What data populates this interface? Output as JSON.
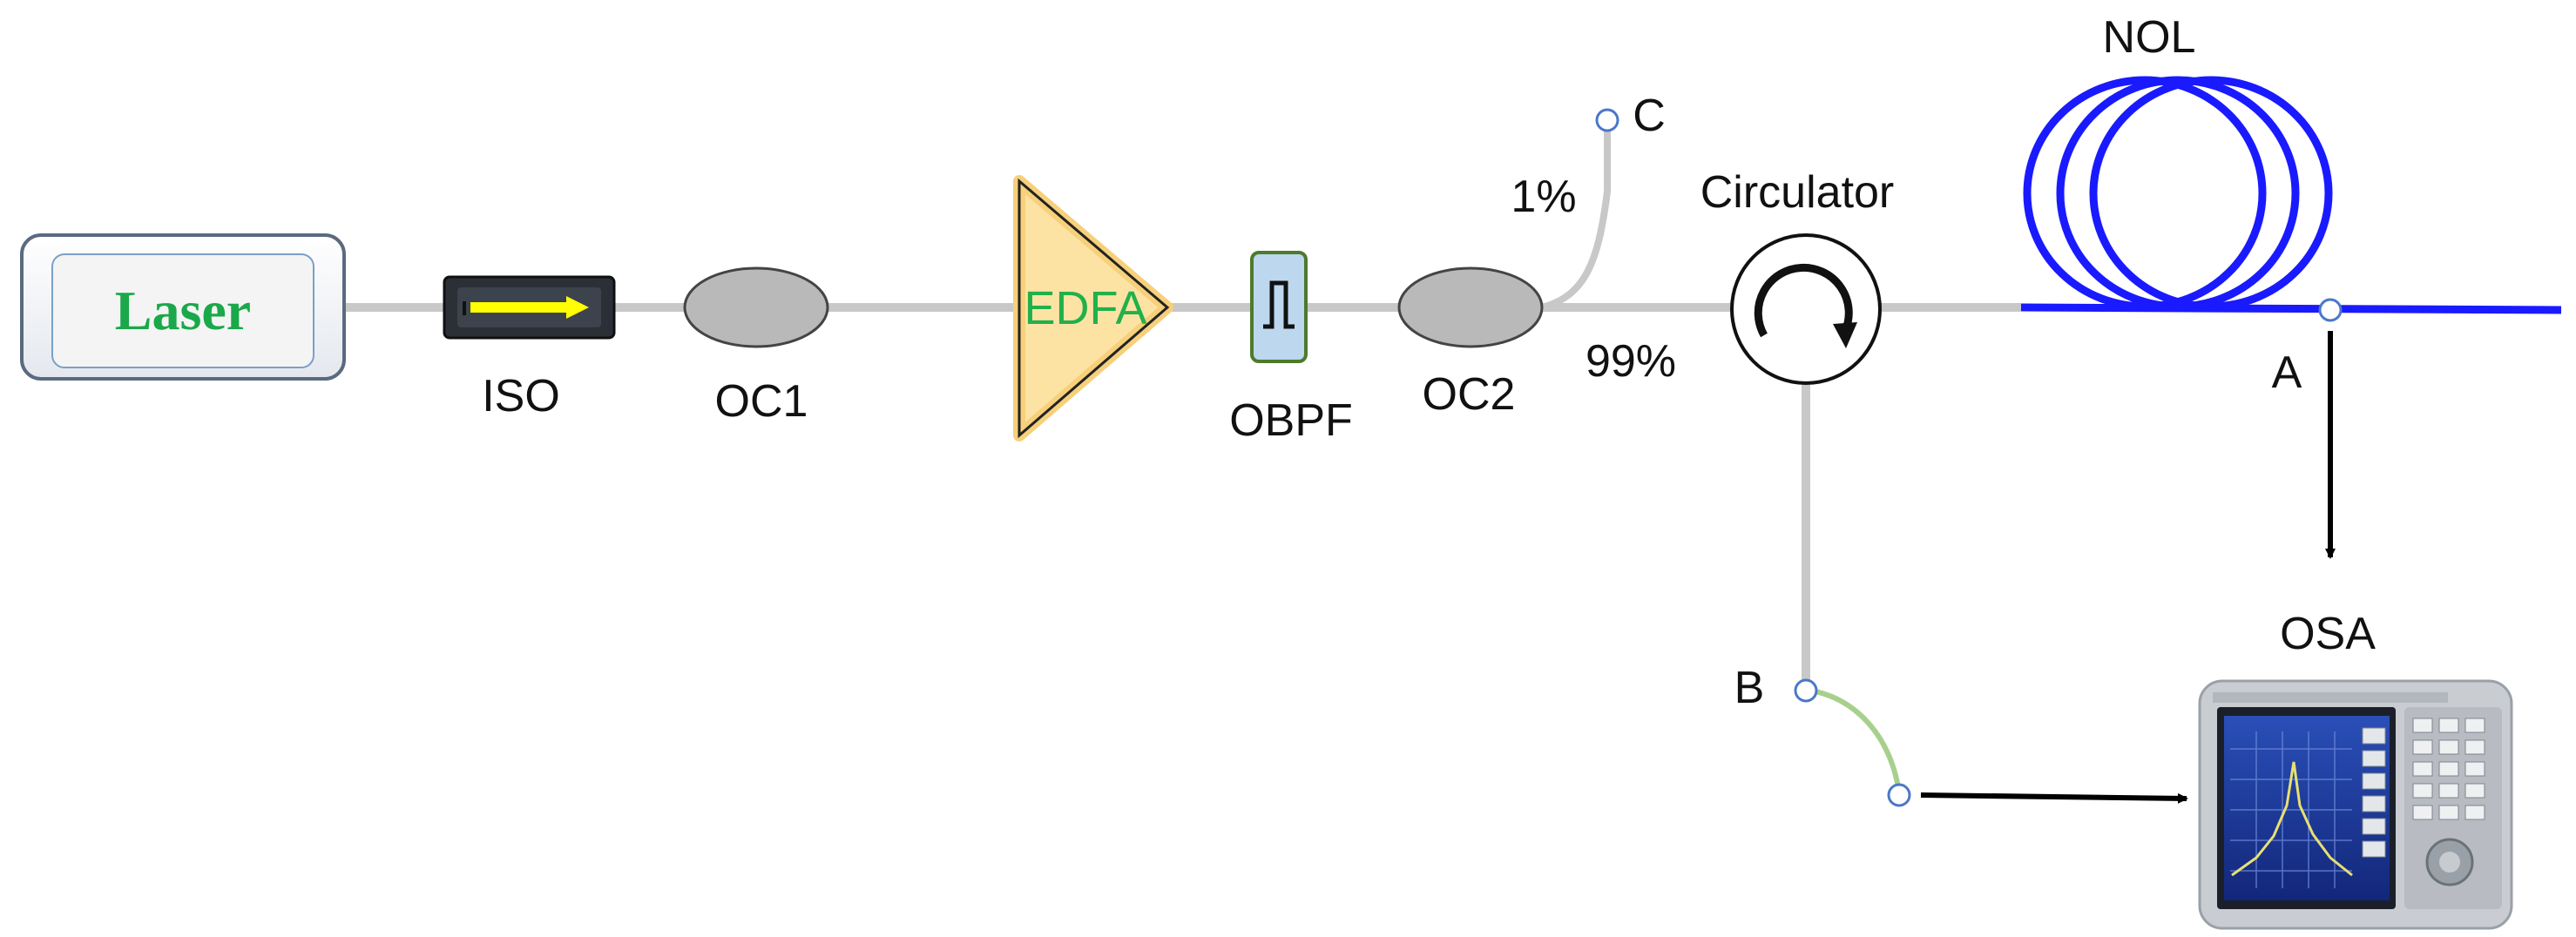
{
  "components": {
    "laser": "Laser",
    "iso": "ISO",
    "oc1": "OC1",
    "edfa": "EDFA",
    "obpf": "OBPF",
    "oc2": "OC2",
    "circulator": "Circulator",
    "nol": "NOL",
    "osa": "OSA"
  },
  "ports": {
    "a": "A",
    "b": "B",
    "c": "C"
  },
  "split": {
    "tap": "1%",
    "through": "99%"
  },
  "colors": {
    "fiber": "#c8c8c8",
    "nol_fiber": "#1a1aff",
    "edfa_fill": "#fce3a4",
    "edfa_text": "#22b04a",
    "laser_text": "#1aa84a",
    "obpf_fill": "#bcd7ee",
    "obpf_border": "#4e7a2c",
    "coupler_fill": "#b9b9b9",
    "patch_cord": "#a8d08d",
    "port_marker": "#4a78c8"
  }
}
